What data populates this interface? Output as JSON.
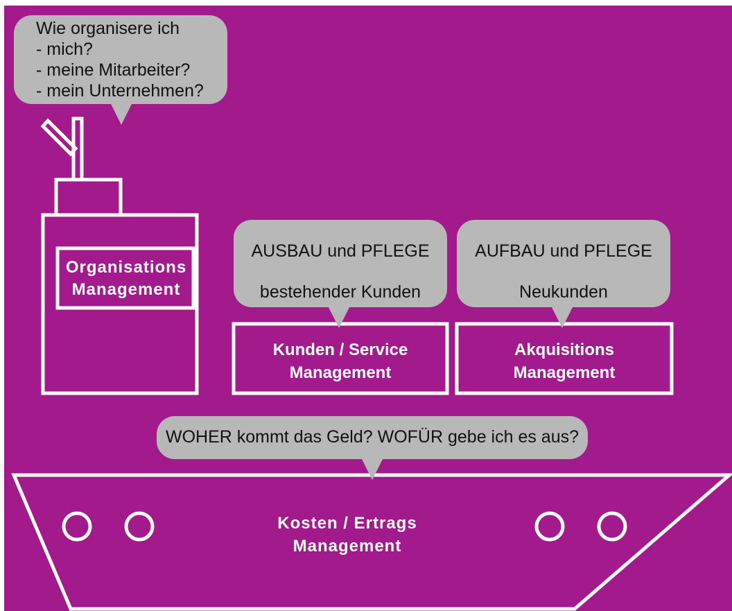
{
  "colors": {
    "background": "#a31a8c",
    "bubble": "#b8b8b8",
    "outline": "#ffffff",
    "bubble_text": "#111111"
  },
  "organisation": {
    "bubble_lines": [
      "Wie organisere ich",
      "- mich?",
      "- meine Mitarbeiter?",
      "- mein Unternehmen?"
    ],
    "label_line1": "Organisations",
    "label_line2": "Management"
  },
  "kunden": {
    "bubble_line1": "AUSBAU und PFLEGE",
    "bubble_line2": "bestehender Kunden",
    "label_line1": "Kunden / Service",
    "label_line2": "Management"
  },
  "akquisition": {
    "bubble_line1": "AUFBAU und PFLEGE",
    "bubble_line2": "Neukunden",
    "label_line1": "Akquisitions",
    "label_line2": "Management"
  },
  "kosten": {
    "bubble_text": "WOHER kommt das Geld? WOFÜR gebe ich es aus?",
    "label_line1": "Kosten / Ertrags",
    "label_line2": "Management"
  }
}
